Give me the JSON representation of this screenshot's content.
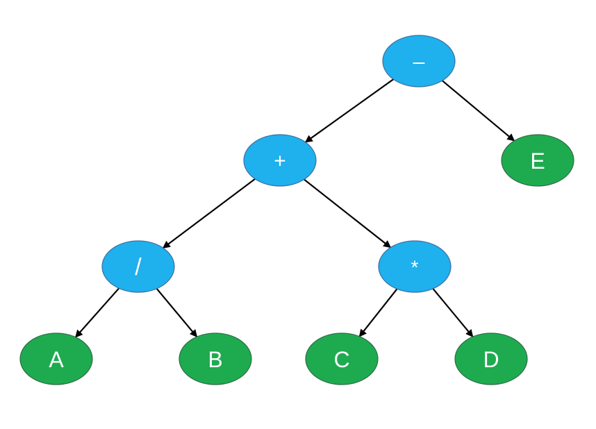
{
  "diagram": {
    "type": "binary-expression-tree",
    "colors": {
      "operator_fill": "#1fb0ee",
      "operator_stroke": "#3b6fa0",
      "operand_fill": "#1eab50",
      "operand_stroke": "#2f6a45",
      "edge": "#000000",
      "label": "#ffffff"
    },
    "nodes": [
      {
        "id": "minus",
        "label": "–",
        "kind": "operator"
      },
      {
        "id": "plus",
        "label": "+",
        "kind": "operator"
      },
      {
        "id": "e",
        "label": "E",
        "kind": "operand"
      },
      {
        "id": "divide",
        "label": "/",
        "kind": "operator"
      },
      {
        "id": "multiply",
        "label": "*",
        "kind": "operator"
      },
      {
        "id": "a",
        "label": "A",
        "kind": "operand"
      },
      {
        "id": "b",
        "label": "B",
        "kind": "operand"
      },
      {
        "id": "c",
        "label": "C",
        "kind": "operand"
      },
      {
        "id": "d",
        "label": "D",
        "kind": "operand"
      }
    ],
    "edges": [
      {
        "from": "minus",
        "to": "plus"
      },
      {
        "from": "minus",
        "to": "e"
      },
      {
        "from": "plus",
        "to": "divide"
      },
      {
        "from": "plus",
        "to": "multiply"
      },
      {
        "from": "divide",
        "to": "a"
      },
      {
        "from": "divide",
        "to": "b"
      },
      {
        "from": "multiply",
        "to": "c"
      },
      {
        "from": "multiply",
        "to": "d"
      }
    ]
  }
}
